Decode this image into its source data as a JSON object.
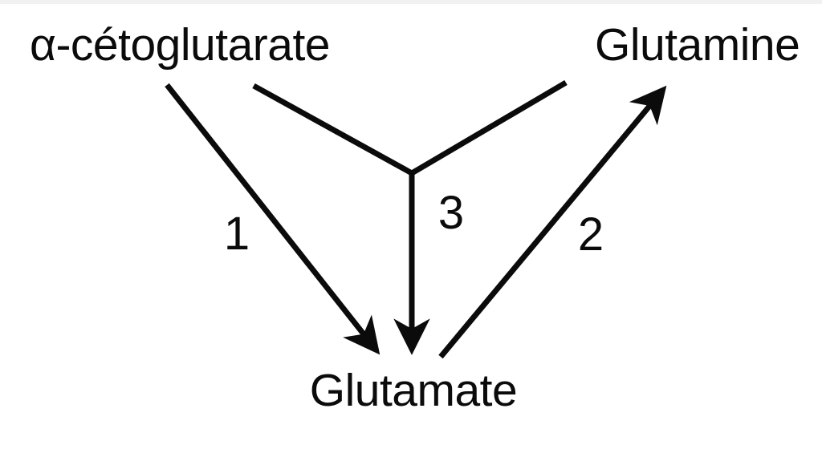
{
  "diagram": {
    "title": "glutamate-glutamine-alpha-ketoglutarate pathway",
    "background_color": "#ffffff",
    "ink_color": "#0b0b0b",
    "nodes": {
      "alpha_cetoglutarate": "α-cétoglutarate",
      "glutamine": "Glutamine",
      "glutamate": "Glutamate"
    },
    "edges": [
      {
        "label": "1",
        "from": "α-cétoglutarate",
        "to": "Glutamate",
        "style": "straight-arrow"
      },
      {
        "label": "2",
        "from": "Glutamate",
        "to": "Glutamine",
        "style": "straight-arrow"
      },
      {
        "label": "3",
        "from": "α-cétoglutarate + Glutamine (Y-merge)",
        "to": "Glutamate",
        "style": "merged-arrow"
      }
    ]
  }
}
